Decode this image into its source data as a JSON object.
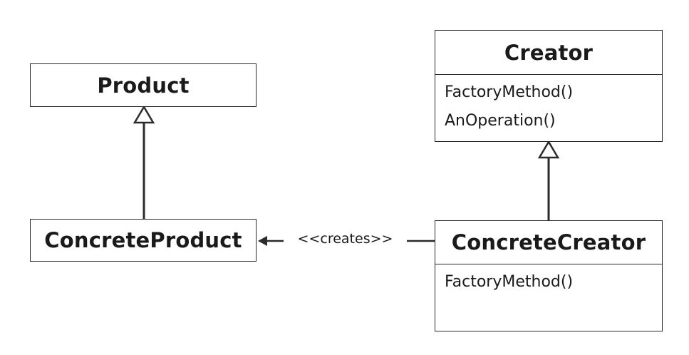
{
  "diagram": {
    "classes": {
      "product": {
        "name": "Product",
        "methods": []
      },
      "concrete_product": {
        "name": "ConcreteProduct",
        "methods": []
      },
      "creator": {
        "name": "Creator",
        "methods": [
          "FactoryMethod()",
          "AnOperation()"
        ]
      },
      "concrete_creator": {
        "name": "ConcreteCreator",
        "methods": [
          "FactoryMethod()"
        ]
      }
    },
    "relations": [
      {
        "type": "generalization",
        "from": "ConcreteProduct",
        "to": "Product"
      },
      {
        "type": "generalization",
        "from": "ConcreteCreator",
        "to": "Creator"
      },
      {
        "type": "dependency",
        "from": "ConcreteCreator",
        "to": "ConcreteProduct",
        "label": "<<creates>>"
      }
    ],
    "colors": {
      "line": "#2b2b2b",
      "text": "#1a1a1a",
      "background": "#ffffff"
    }
  }
}
